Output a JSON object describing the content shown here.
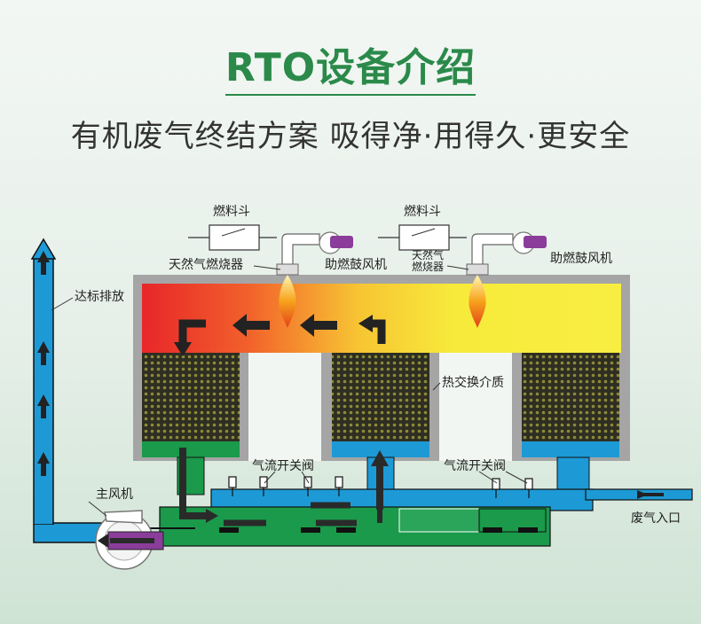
{
  "title": "RTO设备介绍",
  "subtitle": "有机废气终结方案  吸得净·用得久·更安全",
  "labels": {
    "fuel_hopper_1": "燃料斗",
    "fuel_hopper_2": "燃料斗",
    "burner_1": "天然气燃烧器",
    "burner_2_line1": "天然气",
    "burner_2_line2": "燃烧器",
    "blower_1": "助燃鼓风机",
    "blower_2": "助燃鼓风机",
    "exhaust": "达标排放",
    "heat_media": "热交换介质",
    "valve_1": "气流开关阀",
    "valve_2": "气流开关阀",
    "main_fan": "主风机",
    "inlet": "废气入口"
  },
  "colors": {
    "title_green": "#2b8a4a",
    "chamber_red": "#e8262a",
    "chamber_yellow": "#f7ec3a",
    "duct_blue": "#1d9ad6",
    "duct_green": "#1a9a4a",
    "media_dark": "#2f2f22",
    "fan_purple": "#8a3d9a",
    "casing_gray": "#a5a5a5"
  },
  "icons": [
    "flame-icon",
    "fan-icon",
    "arrow-icon",
    "valve-icon"
  ]
}
